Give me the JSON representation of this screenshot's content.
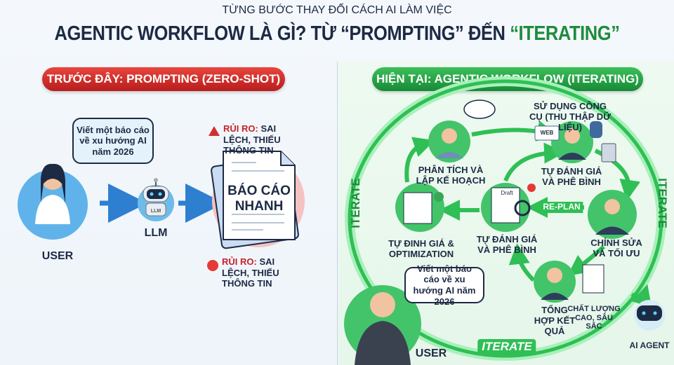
{
  "header": {
    "subtitle": "TỪNG BƯỚC THAY ĐỔI CÁCH AI LÀM VIỆC",
    "title_main": "AGENTIC WORKFLOW LÀ GÌ? TỪ “PROMPTING” ĐẾN ",
    "title_highlight": "“ITERATING”"
  },
  "colors": {
    "navy": "#1d2a44",
    "red": "#c8202a",
    "green": "#1e8c3c",
    "blue": "#2f7fd0"
  },
  "before": {
    "pill": "TRƯỚC ĐÂY: PROMPTING (ZERO-SHOT)",
    "bubble": "Viết một báo cáo về xu hướng AI năm 2026",
    "user_label": "USER",
    "llm_badge": "LLM",
    "llm_label": "LLM",
    "document": "BÁO CÁO NHANH",
    "risk_top": {
      "key": "RỦI RO:",
      "text": " SAI LỆCH, THIẾU THÔNG TIN",
      "icon": "warning-icon"
    },
    "risk_bottom": {
      "key": "RỦI RO:",
      "text": " SAI LỆCH, THIẾU THÔNG TIN",
      "icon": "angry-face-icon"
    }
  },
  "now": {
    "pill": "HIỆN TẠI: AGENTIC WORKFLOW (ITERATING)",
    "iterate": "ITERATE",
    "nodes": {
      "plan": "PHÂN TÍCH VÀ LẬP KẾ HOẠCH",
      "tools": "SỬ DỤNG CÔNG CỤ (THU THẬP DỮ LIỆU)",
      "web": "WEB",
      "self_eval_right": "TỰ ĐÁNH GIÁ VÀ PHÊ BÌNH",
      "replan": "RE-PLAN",
      "draft": "Draft",
      "self_eval_center": "TỰ ĐÁNH GIÁ VÀ PHÊ BÌNH",
      "optimization": "TỰ ĐΙNH GIÁ & OPTIMIZATION",
      "edit": "CHỈNH SỬA VÀ TỐI ƯU",
      "synthesize": "TỔNG HỢP KẾT QUẢ",
      "quality": "CHẤT LƯỢNG CAO, SÂU SẮC"
    },
    "bubble": "Viết một báo cáo về xu hướng AI năm 2026",
    "user_label": "USER",
    "agent_label": "AI AGENT"
  }
}
